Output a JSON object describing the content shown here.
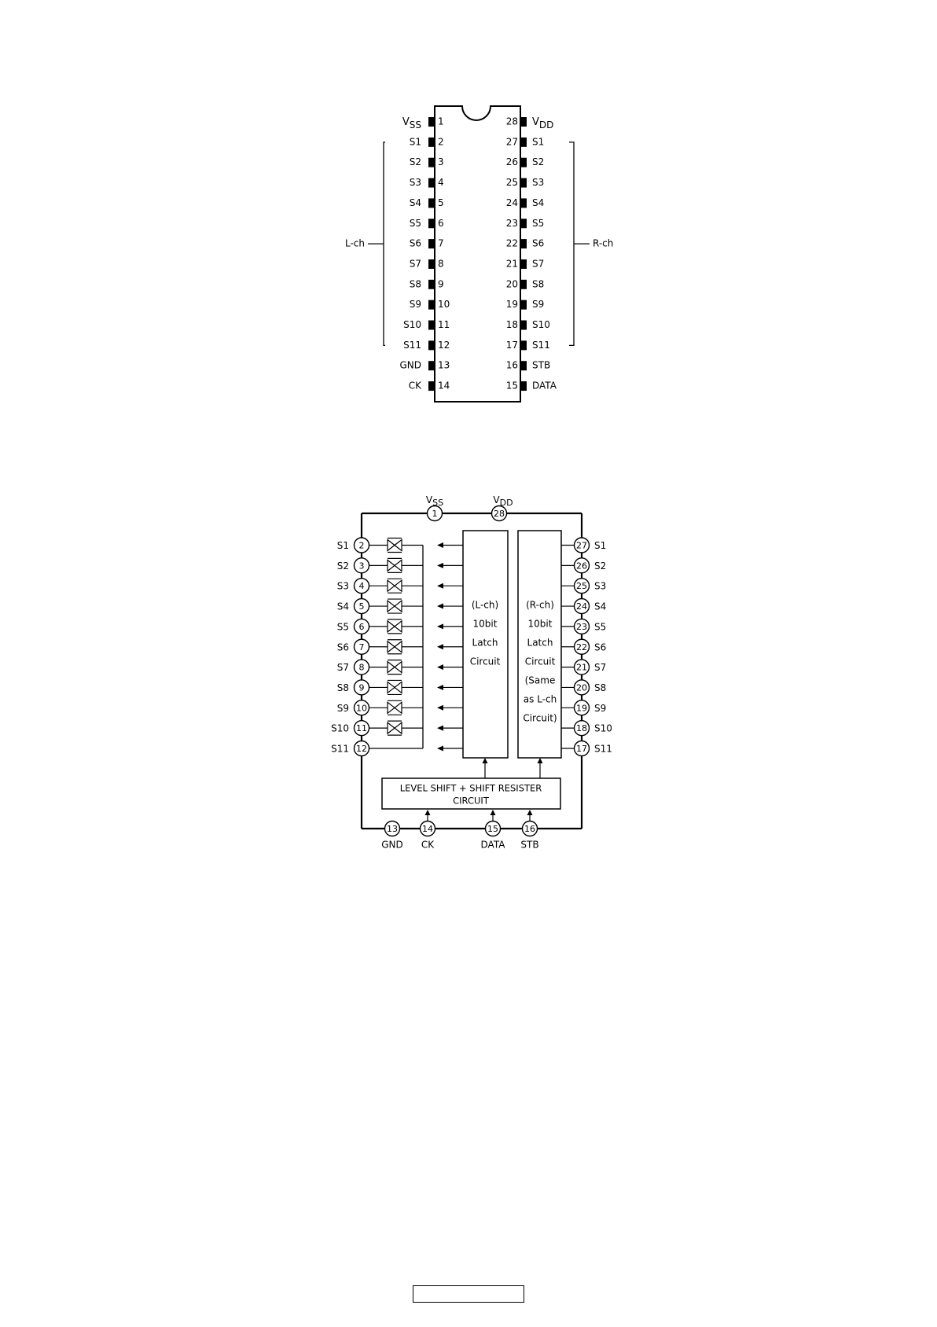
{
  "pinout": {
    "left_pins": [
      {
        "num": "1",
        "label": "V",
        "sub": "SS"
      },
      {
        "num": "2",
        "label": "S1"
      },
      {
        "num": "3",
        "label": "S2"
      },
      {
        "num": "4",
        "label": "S3"
      },
      {
        "num": "5",
        "label": "S4"
      },
      {
        "num": "6",
        "label": "S5"
      },
      {
        "num": "7",
        "label": "S6"
      },
      {
        "num": "8",
        "label": "S7"
      },
      {
        "num": "9",
        "label": "S8"
      },
      {
        "num": "10",
        "label": "S9"
      },
      {
        "num": "11",
        "label": "S10"
      },
      {
        "num": "12",
        "label": "S11"
      },
      {
        "num": "13",
        "label": "GND"
      },
      {
        "num": "14",
        "label": "CK"
      }
    ],
    "right_pins": [
      {
        "num": "28",
        "label": "V",
        "sub": "DD"
      },
      {
        "num": "27",
        "label": "S1"
      },
      {
        "num": "26",
        "label": "S2"
      },
      {
        "num": "25",
        "label": "S3"
      },
      {
        "num": "24",
        "label": "S4"
      },
      {
        "num": "23",
        "label": "S5"
      },
      {
        "num": "22",
        "label": "S6"
      },
      {
        "num": "21",
        "label": "S7"
      },
      {
        "num": "20",
        "label": "S8"
      },
      {
        "num": "19",
        "label": "S9"
      },
      {
        "num": "18",
        "label": "S10"
      },
      {
        "num": "17",
        "label": "S11"
      },
      {
        "num": "16",
        "label": "STB"
      },
      {
        "num": "15",
        "label": "DATA"
      }
    ],
    "left_group": "L-ch",
    "right_group": "R-ch"
  },
  "block": {
    "vss": {
      "num": "1",
      "label": "V",
      "sub": "SS"
    },
    "vdd": {
      "num": "28",
      "label": "V",
      "sub": "DD"
    },
    "left_pins": [
      {
        "num": "2",
        "label": "S1"
      },
      {
        "num": "3",
        "label": "S2"
      },
      {
        "num": "4",
        "label": "S3"
      },
      {
        "num": "5",
        "label": "S4"
      },
      {
        "num": "6",
        "label": "S5"
      },
      {
        "num": "7",
        "label": "S6"
      },
      {
        "num": "8",
        "label": "S7"
      },
      {
        "num": "9",
        "label": "S8"
      },
      {
        "num": "10",
        "label": "S9"
      },
      {
        "num": "11",
        "label": "S10"
      },
      {
        "num": "12",
        "label": "S11"
      }
    ],
    "right_pins": [
      {
        "num": "27",
        "label": "S1"
      },
      {
        "num": "26",
        "label": "S2"
      },
      {
        "num": "25",
        "label": "S3"
      },
      {
        "num": "24",
        "label": "S4"
      },
      {
        "num": "23",
        "label": "S5"
      },
      {
        "num": "22",
        "label": "S6"
      },
      {
        "num": "21",
        "label": "S7"
      },
      {
        "num": "20",
        "label": "S8"
      },
      {
        "num": "19",
        "label": "S9"
      },
      {
        "num": "18",
        "label": "S10"
      },
      {
        "num": "17",
        "label": "S11"
      }
    ],
    "bottom_pins": [
      {
        "num": "13",
        "label": "GND"
      },
      {
        "num": "14",
        "label": "CK"
      },
      {
        "num": "15",
        "label": "DATA"
      },
      {
        "num": "16",
        "label": "STB"
      }
    ],
    "lch_latch_lines": [
      "(L-ch)",
      "10bit",
      "Latch",
      "Circuit"
    ],
    "rch_latch_lines": [
      "(R-ch)",
      "10bit",
      "Latch",
      "Circuit",
      "(Same",
      "as L-ch",
      "Circuit)"
    ],
    "shift_lines": [
      "LEVEL SHIFT + SHIFT RESISTER",
      "CIRCUIT"
    ]
  },
  "footer": {
    "page_box_text": ""
  }
}
